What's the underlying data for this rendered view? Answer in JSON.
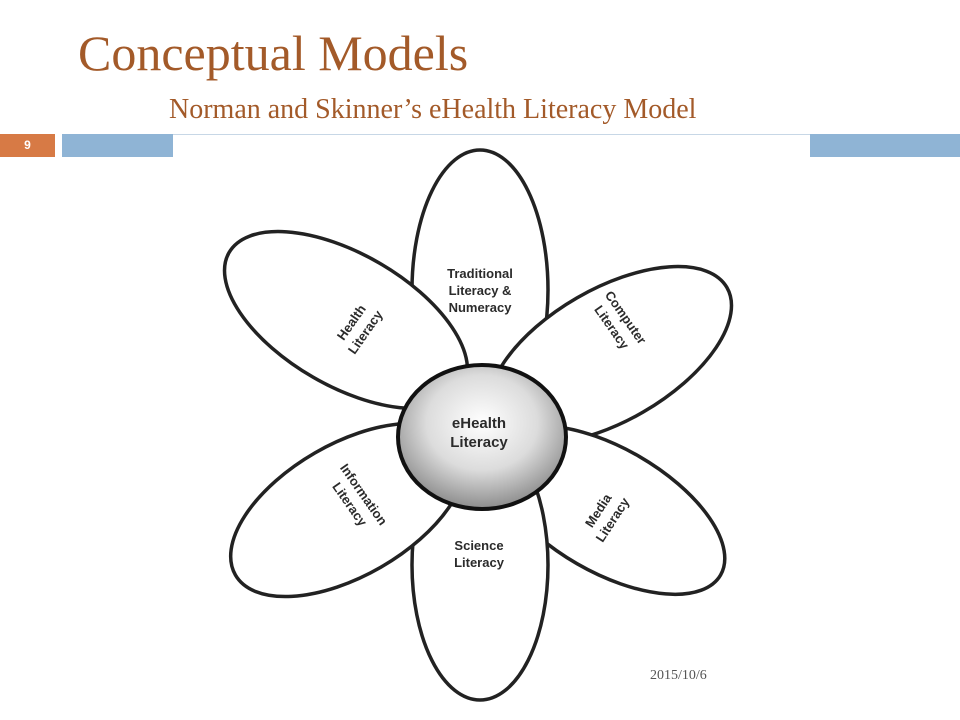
{
  "slide": {
    "title": "Conceptual Models",
    "subtitle": "Norman and Skinner’s eHealth Literacy Model",
    "number": "9",
    "date": "2015/10/6"
  },
  "diagram": {
    "center": [
      "eHealth",
      "Literacy"
    ],
    "petals": [
      {
        "name": "traditional",
        "lines": [
          "Traditional",
          "Literacy &",
          "Numeracy"
        ]
      },
      {
        "name": "computer",
        "lines": [
          "Computer",
          "Literacy"
        ]
      },
      {
        "name": "media",
        "lines": [
          "Media",
          "Literacy"
        ]
      },
      {
        "name": "science",
        "lines": [
          "Science",
          "Literacy"
        ]
      },
      {
        "name": "information",
        "lines": [
          "Information",
          "Literacy"
        ]
      },
      {
        "name": "health",
        "lines": [
          "Health",
          "Literacy"
        ]
      }
    ]
  },
  "colors": {
    "title": "#a35a29",
    "accent_orange": "#d77a45",
    "accent_blue": "#8fb4d5",
    "outline": "#222222"
  }
}
